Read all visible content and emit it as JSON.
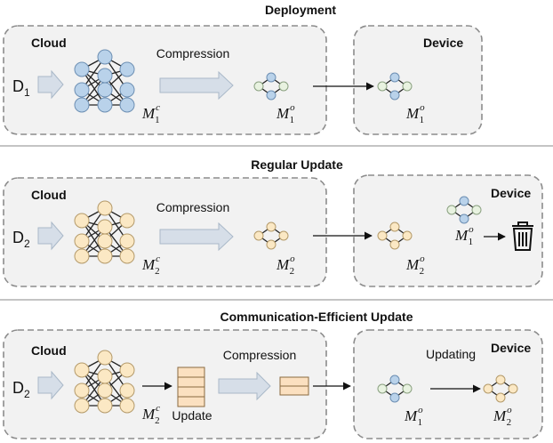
{
  "sections": [
    {
      "title": "Deployment",
      "cloud_label": "Cloud",
      "device_label": "Device",
      "data_label": {
        "base": "D",
        "sub": "1"
      },
      "compression_label": "Compression",
      "cloud_model_label": {
        "base": "M",
        "sub": "1",
        "sup": "c"
      },
      "compressed_model_label": {
        "base": "M",
        "sub": "1",
        "sup": "o"
      },
      "device_model_label": {
        "base": "M",
        "sub": "1",
        "sup": "o"
      },
      "node_color": "#b9d2ea",
      "small_node_colors": {
        "top": "#b9d2ea",
        "left": "#e8f2e0",
        "right": "#e8f2e0",
        "bottom": "#b9d2ea"
      }
    },
    {
      "title": "Regular Update",
      "cloud_label": "Cloud",
      "device_label": "Device",
      "data_label": {
        "base": "D",
        "sub": "2"
      },
      "compression_label": "Compression",
      "cloud_model_label": {
        "base": "M",
        "sub": "2",
        "sup": "c"
      },
      "compressed_model_label": {
        "base": "M",
        "sub": "2",
        "sup": "o"
      },
      "device_new_model_label": {
        "base": "M",
        "sub": "2",
        "sup": "o"
      },
      "device_old_model_label": {
        "base": "M",
        "sub": "1",
        "sup": "o"
      },
      "node_color": "#fbe8c4",
      "trash_icon": "trash-icon"
    },
    {
      "title": "Communication-Efficient Update",
      "cloud_label": "Cloud",
      "device_label": "Device",
      "data_label": {
        "base": "D",
        "sub": "2"
      },
      "compression_label": "Compression",
      "update_label": "Update",
      "updating_label": "Updating",
      "cloud_model_label": {
        "base": "M",
        "sub": "2",
        "sup": "c"
      },
      "device_old_model_label": {
        "base": "M",
        "sub": "1",
        "sup": "o"
      },
      "device_new_model_label": {
        "base": "M",
        "sub": "2",
        "sup": "o"
      },
      "node_color": "#fbe8c4",
      "update_color": "#fbe0c0"
    }
  ],
  "colors": {
    "box_fill": "#f2f2f2",
    "box_stroke": "#8c8c8c",
    "arrow_fill": "#d6dee8",
    "arrow_stroke": "#a9b8c8",
    "divider": "#b0b0b0"
  }
}
